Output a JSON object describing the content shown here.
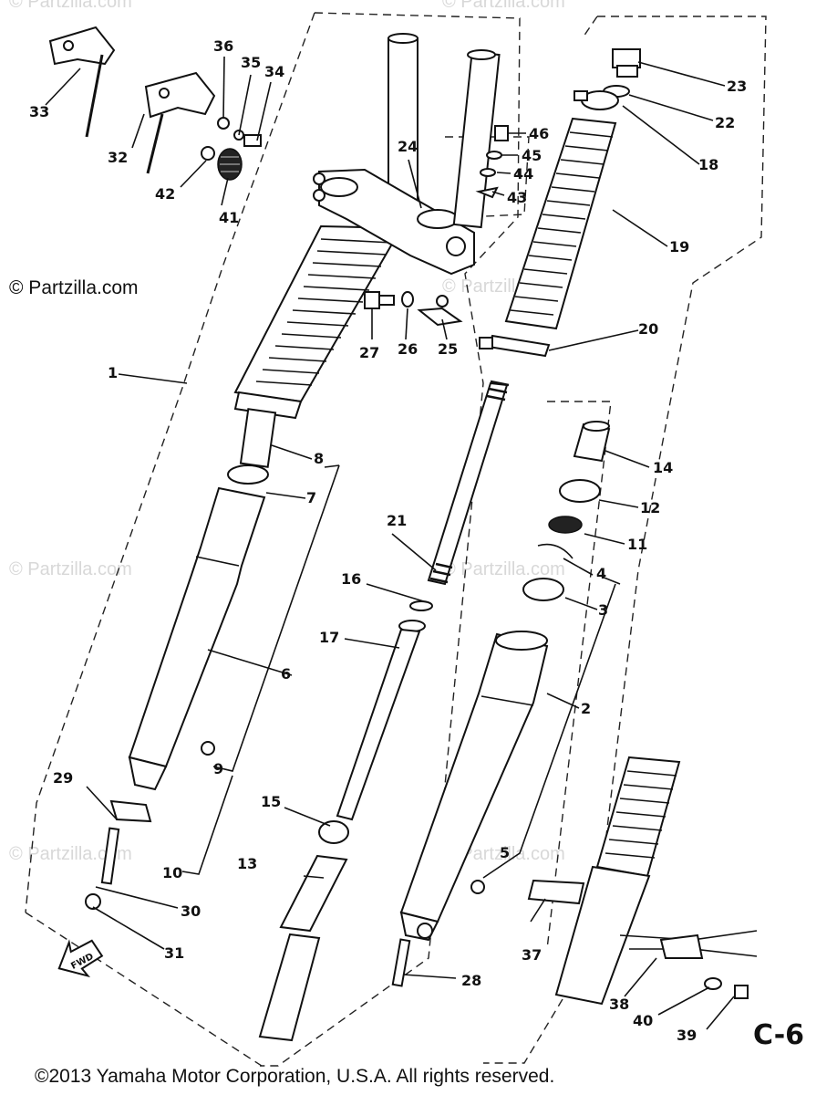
{
  "watermark": {
    "brand": "© Partzilla.com",
    "faint": "© Partzilla.com"
  },
  "diagram": {
    "page_code": "C-6",
    "fwd_label": "FWD",
    "copyright": "©2013  Yamaha Motor Corporation, U.S.A. All rights reserved."
  },
  "callouts": [
    {
      "id": "c1",
      "text": "1"
    },
    {
      "id": "c2",
      "text": "2"
    },
    {
      "id": "c3",
      "text": "3"
    },
    {
      "id": "c4",
      "text": "4"
    },
    {
      "id": "c5",
      "text": "5"
    },
    {
      "id": "c6",
      "text": "6"
    },
    {
      "id": "c7",
      "text": "7"
    },
    {
      "id": "c8",
      "text": "8"
    },
    {
      "id": "c9",
      "text": "9"
    },
    {
      "id": "c10",
      "text": "10"
    },
    {
      "id": "c11",
      "text": "11"
    },
    {
      "id": "c12",
      "text": "12"
    },
    {
      "id": "c13",
      "text": "13"
    },
    {
      "id": "c14",
      "text": "14"
    },
    {
      "id": "c15",
      "text": "15"
    },
    {
      "id": "c16",
      "text": "16"
    },
    {
      "id": "c17",
      "text": "17"
    },
    {
      "id": "c18",
      "text": "18"
    },
    {
      "id": "c19",
      "text": "19"
    },
    {
      "id": "c20",
      "text": "20"
    },
    {
      "id": "c21",
      "text": "21"
    },
    {
      "id": "c22",
      "text": "22"
    },
    {
      "id": "c23",
      "text": "23"
    },
    {
      "id": "c24",
      "text": "24"
    },
    {
      "id": "c25",
      "text": "25"
    },
    {
      "id": "c26",
      "text": "26"
    },
    {
      "id": "c27",
      "text": "27"
    },
    {
      "id": "c28",
      "text": "28"
    },
    {
      "id": "c29",
      "text": "29"
    },
    {
      "id": "c30",
      "text": "30"
    },
    {
      "id": "c31",
      "text": "31"
    },
    {
      "id": "c32",
      "text": "32"
    },
    {
      "id": "c33",
      "text": "33"
    },
    {
      "id": "c34",
      "text": "34"
    },
    {
      "id": "c35",
      "text": "35"
    },
    {
      "id": "c36",
      "text": "36"
    },
    {
      "id": "c37",
      "text": "37"
    },
    {
      "id": "c38",
      "text": "38"
    },
    {
      "id": "c39",
      "text": "39"
    },
    {
      "id": "c40",
      "text": "40"
    },
    {
      "id": "c41",
      "text": "41"
    },
    {
      "id": "c42",
      "text": "42"
    },
    {
      "id": "c43",
      "text": "43"
    },
    {
      "id": "c44",
      "text": "44"
    },
    {
      "id": "c45",
      "text": "45"
    },
    {
      "id": "c46",
      "text": "46"
    }
  ]
}
